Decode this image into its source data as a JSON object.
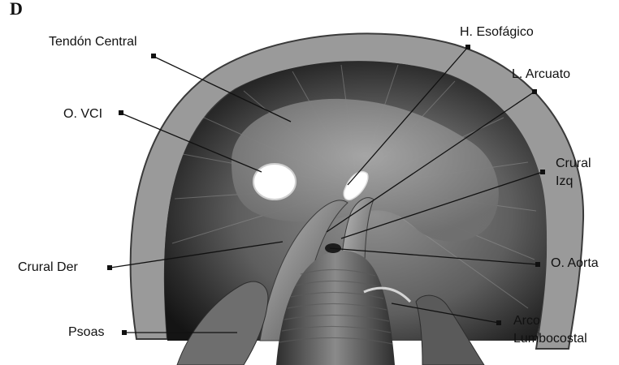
{
  "figure": {
    "panel_letter": "D",
    "labels": {
      "tendon_central": "Tendón Central",
      "o_vci": "O. VCI",
      "h_esofagico": "H. Esofágico",
      "l_arcuato": "L. Arcuato",
      "crural_izq_line1": "Crural",
      "crural_izq_line2": "Izq",
      "crural_der": "Crural Der",
      "o_aorta": "O. Aorta",
      "psoas": "Psoas",
      "arco_line1": "Arco",
      "arco_line2": "Lumbocostal"
    }
  }
}
